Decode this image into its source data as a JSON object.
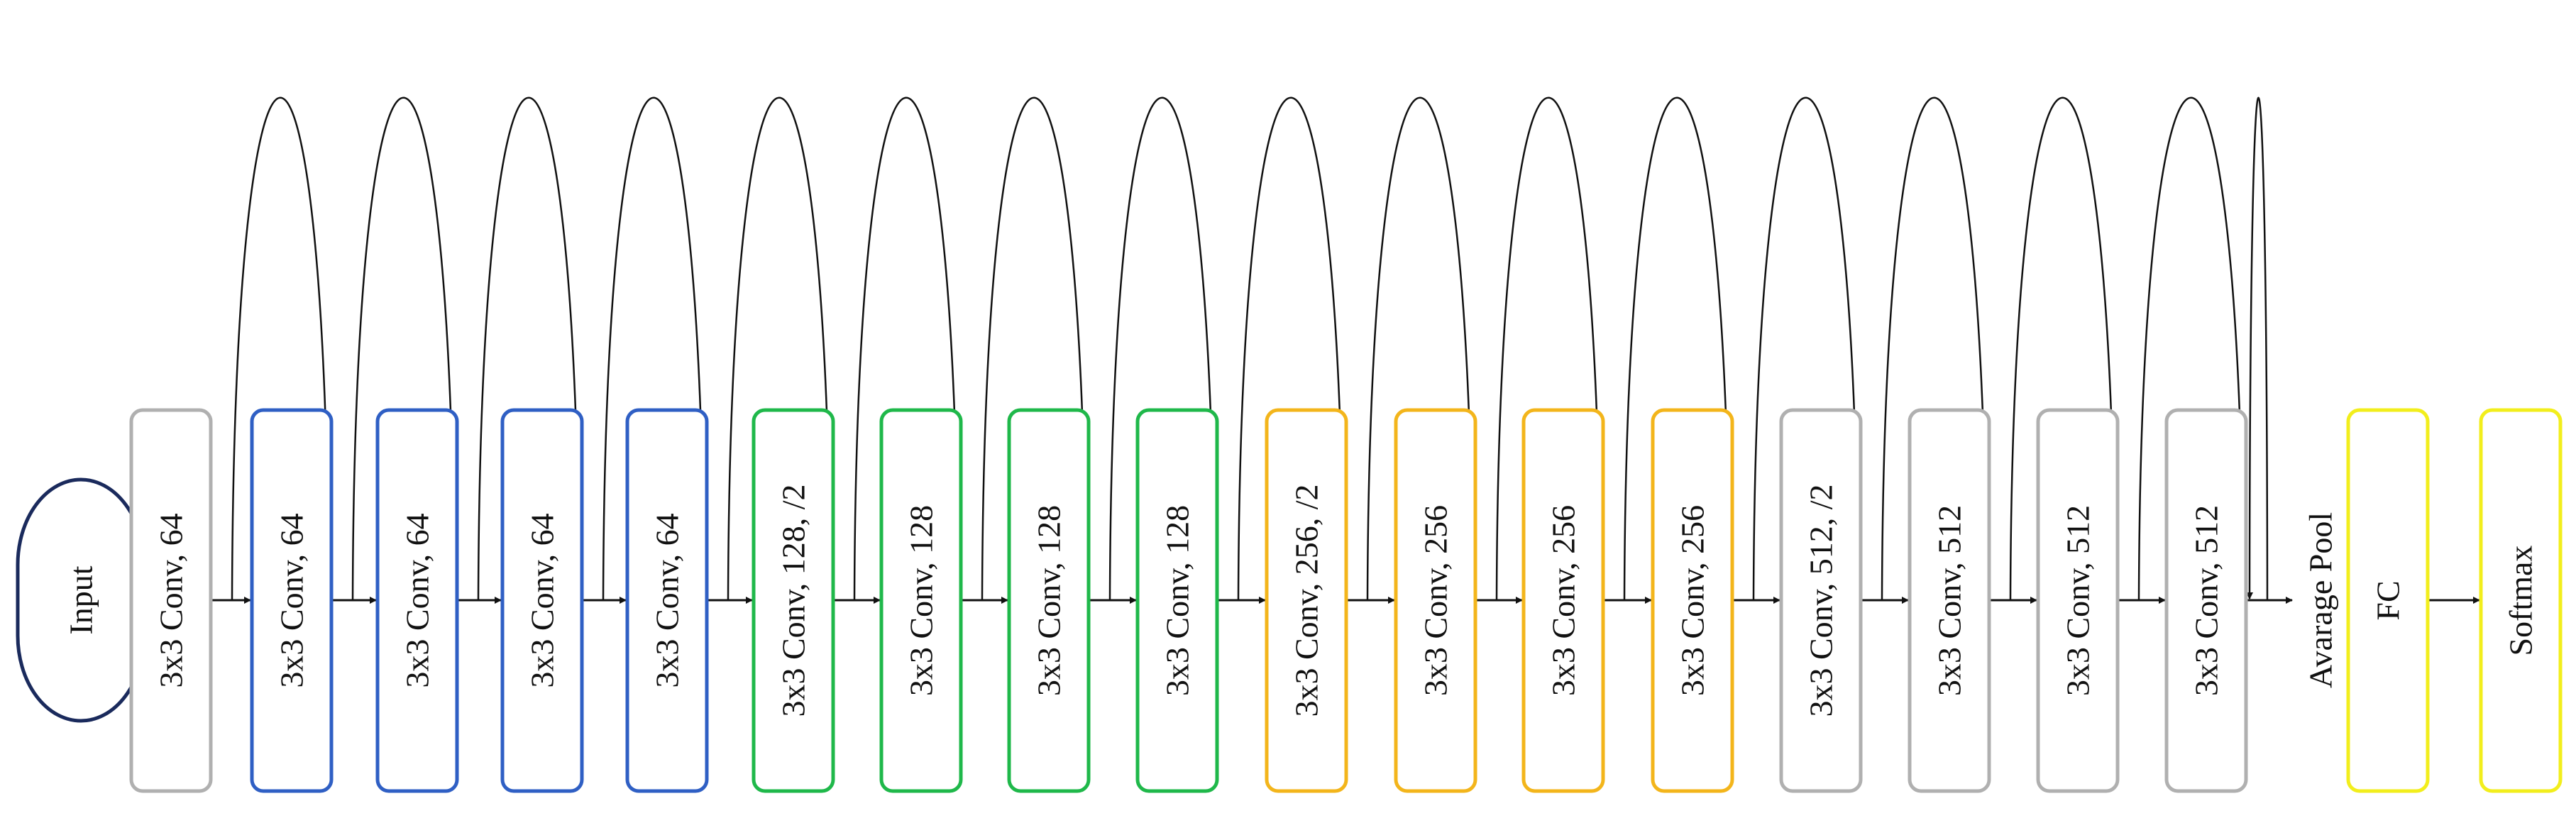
{
  "diagram": {
    "input_label": "Input",
    "input_color": "#1a2a5c",
    "pool_label": "Avarage Pool",
    "colors": {
      "gray": "#b0b0b0",
      "blue": "#2f5fc4",
      "green": "#1fb84a",
      "orange": "#f3b51b",
      "yellow": "#f2ee1c"
    },
    "blocks": [
      {
        "label": "3x3 Conv, 64",
        "color": "gray"
      },
      {
        "label": "3x3 Conv, 64",
        "color": "blue"
      },
      {
        "label": "3x3 Conv, 64",
        "color": "blue"
      },
      {
        "label": "3x3 Conv, 64",
        "color": "blue"
      },
      {
        "label": "3x3 Conv, 64",
        "color": "blue"
      },
      {
        "label": "3x3 Conv, 128, /2",
        "color": "green"
      },
      {
        "label": "3x3 Conv, 128",
        "color": "green"
      },
      {
        "label": "3x3 Conv, 128",
        "color": "green"
      },
      {
        "label": "3x3 Conv, 128",
        "color": "green"
      },
      {
        "label": "3x3 Conv, 256,  /2",
        "color": "orange"
      },
      {
        "label": "3x3 Conv, 256",
        "color": "orange"
      },
      {
        "label": "3x3 Conv, 256",
        "color": "orange"
      },
      {
        "label": "3x3 Conv, 256",
        "color": "orange"
      },
      {
        "label": "3x3 Conv, 512, /2",
        "color": "gray"
      },
      {
        "label": "3x3 Conv, 512",
        "color": "gray"
      },
      {
        "label": "3x3 Conv, 512",
        "color": "gray"
      },
      {
        "label": "3x3 Conv, 512",
        "color": "gray"
      }
    ],
    "head_blocks": [
      {
        "label": "FC",
        "color": "yellow"
      },
      {
        "label": "Softmax",
        "color": "yellow"
      }
    ]
  }
}
